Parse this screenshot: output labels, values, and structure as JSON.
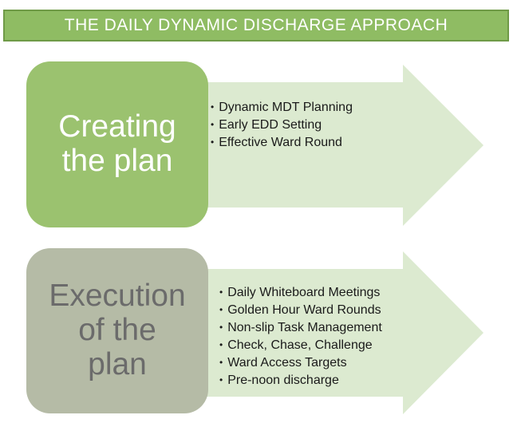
{
  "title": "THE DAILY DYNAMIC DISCHARGE APPROACH",
  "colors": {
    "title_bg": "#8fbc63",
    "create_box": "#9bc26f",
    "exec_box": "#b5bba6",
    "arrow_fill": "#dcead0"
  },
  "sections": [
    {
      "heading": "Creating\nthe plan",
      "items": [
        "Dynamic MDT Planning",
        "Early EDD Setting",
        "Effective Ward Round"
      ]
    },
    {
      "heading": "Execution\nof the\nplan",
      "items": [
        "Daily Whiteboard Meetings",
        "Golden Hour Ward Rounds",
        "Non-slip Task Management",
        "Check, Chase, Challenge",
        "Ward Access Targets",
        "Pre-noon discharge"
      ]
    }
  ]
}
